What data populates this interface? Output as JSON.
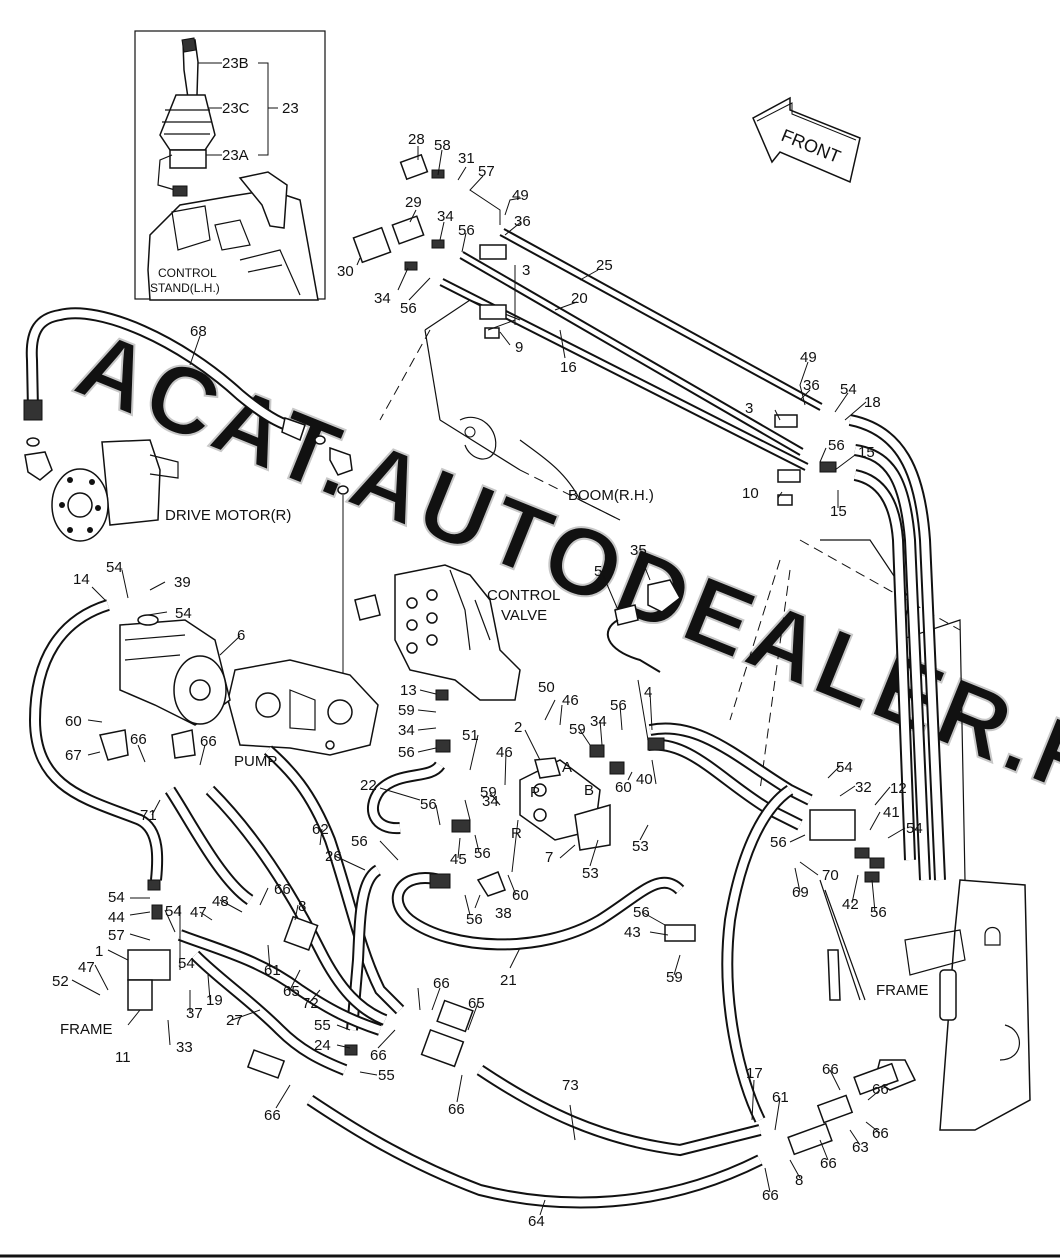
{
  "watermark": "ACAT.AUTODEALER.RU",
  "inset": {
    "callouts": [
      "23B",
      "23C",
      "23",
      "23A"
    ],
    "caption_line1": "CONTROL",
    "caption_line2": "STAND(L.H.)"
  },
  "front_arrow": "FRONT",
  "labels": {
    "boom": "BOOM(R.H.)",
    "drive_motor": "DRIVE MOTOR(R)",
    "control_valve_line1": "CONTROL",
    "control_valve_line2": "VALVE",
    "pump": "PUMP",
    "frame_left": "FRAME",
    "frame_right": "FRAME",
    "port_a": "A",
    "port_p": "P",
    "port_b": "B",
    "port_r": "R"
  },
  "callouts": {
    "c28": "28",
    "c58": "58",
    "c31": "31",
    "c57a": "57",
    "c49a": "49",
    "c36a": "36",
    "c29": "29",
    "c34a": "34",
    "c56a": "56",
    "c30": "30",
    "c34b": "34",
    "c56b": "56",
    "c3a": "3",
    "c25": "25",
    "c20": "20",
    "c9": "9",
    "c16": "16",
    "c49b": "49",
    "c36b": "36",
    "c54a": "54",
    "c18": "18",
    "c3b": "3",
    "c56c": "56",
    "c15a": "15",
    "c10": "10",
    "c15b": "15",
    "c68": "68",
    "c14": "14",
    "c54b": "54",
    "c39": "39",
    "c54c": "54",
    "c6": "6",
    "c60a": "60",
    "c67": "67",
    "c66a": "66",
    "c66b": "66",
    "c71": "71",
    "c35": "35",
    "c5": "5",
    "c13": "13",
    "c59a": "59",
    "c34c": "34",
    "c56d": "56",
    "c50": "50",
    "c46a": "46",
    "c59b": "59",
    "c34d": "34",
    "c56e": "56",
    "c4": "4",
    "c2": "2",
    "c51": "51",
    "c46b": "46",
    "c40": "40",
    "c60b": "60",
    "c22": "22",
    "c34e": "34",
    "c59c": "59",
    "c56f": "56",
    "c56g": "56",
    "c45": "45",
    "c53a": "53",
    "c7": "7",
    "c53b": "53",
    "c62": "62",
    "c26": "26",
    "c56h": "56",
    "c38": "38",
    "c60c": "60",
    "c56i": "56",
    "c54d": "54",
    "c32": "32",
    "c12": "12",
    "c41": "41",
    "c54e": "54",
    "c56j": "56",
    "c70": "70",
    "c69": "69",
    "c42": "42",
    "c56k": "56",
    "c54f": "54",
    "c44": "44",
    "c54g": "54",
    "c47a": "47",
    "c48": "48",
    "c66c": "66",
    "c8a": "8",
    "c57b": "57",
    "c1": "1",
    "c47b": "47",
    "c52": "52",
    "c54h": "54",
    "c37": "37",
    "c19": "19",
    "c61a": "61",
    "c65a": "65",
    "c72": "72",
    "c11": "11",
    "c33": "33",
    "c27": "27",
    "c55a": "55",
    "c24": "24",
    "c55b": "55",
    "c66d": "66",
    "c66e": "66",
    "c65b": "65",
    "c66f": "66",
    "c56l": "56",
    "c43": "43",
    "c59d": "59",
    "c21": "21",
    "c66g": "66",
    "c73": "73",
    "c17": "17",
    "c61b": "61",
    "c66h": "66",
    "c66i": "66",
    "c63": "63",
    "c66j": "66",
    "c66k": "66",
    "c8b": "8",
    "c64": "64"
  }
}
